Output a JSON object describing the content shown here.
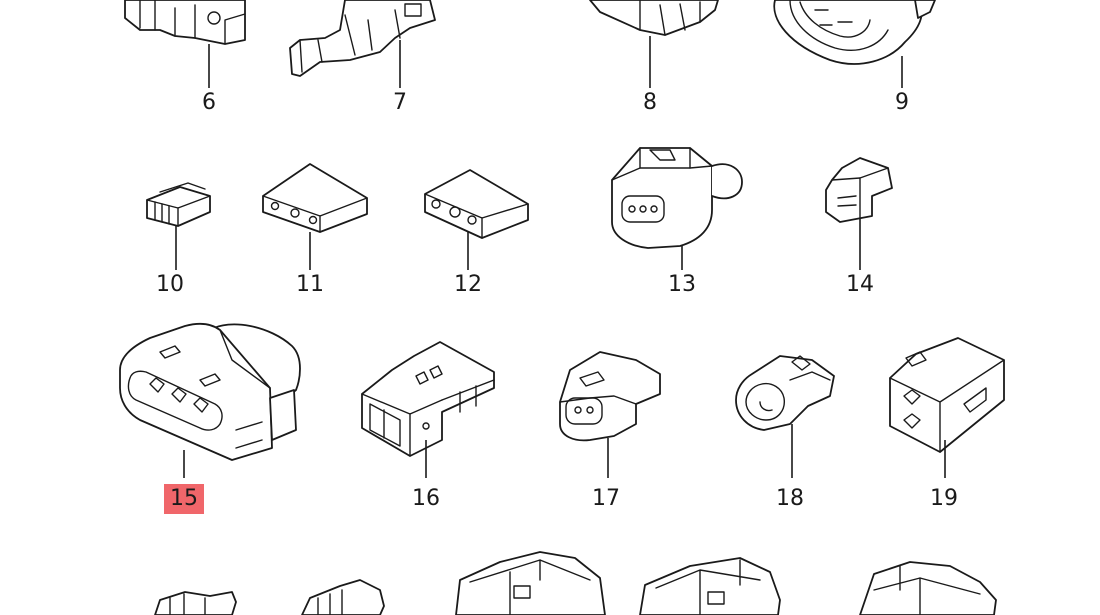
{
  "callouts": [
    {
      "id": "6",
      "text": "6",
      "highlighted": false
    },
    {
      "id": "7",
      "text": "7",
      "highlighted": false
    },
    {
      "id": "8",
      "text": "8",
      "highlighted": false
    },
    {
      "id": "9",
      "text": "9",
      "highlighted": false
    },
    {
      "id": "10",
      "text": "10",
      "highlighted": false
    },
    {
      "id": "11",
      "text": "11",
      "highlighted": false
    },
    {
      "id": "12",
      "text": "12",
      "highlighted": false
    },
    {
      "id": "13",
      "text": "13",
      "highlighted": false
    },
    {
      "id": "14",
      "text": "14",
      "highlighted": false
    },
    {
      "id": "15",
      "text": "15",
      "highlighted": true
    },
    {
      "id": "16",
      "text": "16",
      "highlighted": false
    },
    {
      "id": "17",
      "text": "17",
      "highlighted": false
    },
    {
      "id": "18",
      "text": "18",
      "highlighted": false
    },
    {
      "id": "19",
      "text": "19",
      "highlighted": false
    }
  ],
  "colors": {
    "line": "#1a1a1a",
    "highlight_bg": "#f0666a",
    "background": "#ffffff"
  }
}
